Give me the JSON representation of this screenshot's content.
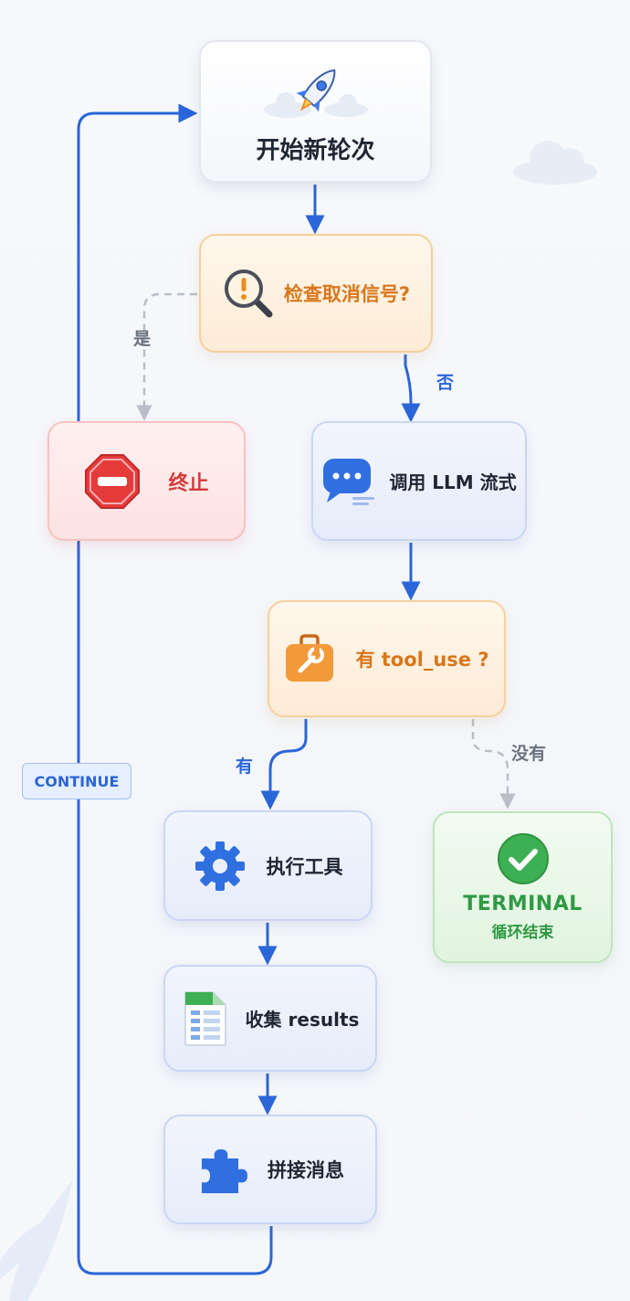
{
  "nodes": {
    "start": {
      "label": "开始新轮次"
    },
    "check": {
      "label": "检查取消信号?"
    },
    "stop": {
      "label": "终止"
    },
    "llm": {
      "label": "调用 LLM 流式"
    },
    "tool": {
      "label": "有 tool_use ?"
    },
    "exec": {
      "label": "执行工具"
    },
    "terminal": {
      "label": "TERMINAL",
      "sublabel": "循环结束"
    },
    "collect": {
      "label": "收集 results"
    },
    "concat": {
      "label": "拼接消息"
    }
  },
  "edges": {
    "yes": "是",
    "no": "否",
    "has": "有",
    "none": "没有",
    "continue": "CONTINUE"
  },
  "icons": {
    "start": "rocket-icon",
    "check": "magnifier-alert-icon",
    "stop": "stop-sign-icon",
    "llm": "chat-bubble-icon",
    "tool": "toolbox-icon",
    "exec": "gear-icon",
    "terminal": "check-circle-icon",
    "collect": "spreadsheet-icon",
    "concat": "puzzle-icon"
  },
  "colors": {
    "flow": "#2a66d8",
    "dashed": "#b9bec8",
    "decision": "#d8771a",
    "stop": "#d53a3a",
    "terminal": "#2f9a44"
  }
}
